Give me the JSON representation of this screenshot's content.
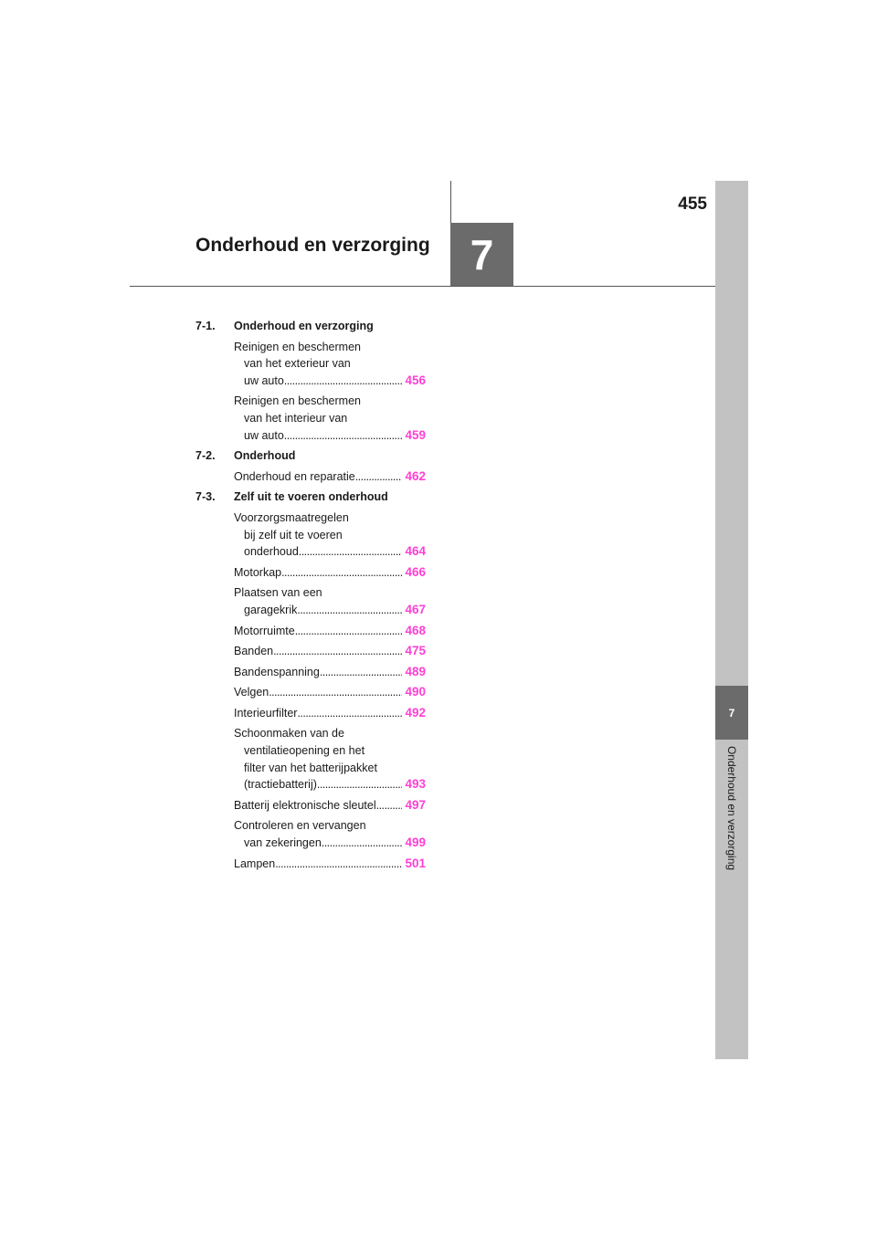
{
  "header": {
    "page_number": "455",
    "chapter_title": "Onderhoud en verzorging",
    "chapter_number": "7"
  },
  "side_tab": {
    "number": "7",
    "label": "Onderhoud en verzorging"
  },
  "toc": {
    "sections": [
      {
        "number": "7-1.",
        "title": "Onderhoud en verzorging",
        "entries": [
          {
            "lines": [
              "Reinigen en beschermen",
              "van het exterieur van",
              "uw auto"
            ],
            "page": "456"
          },
          {
            "lines": [
              "Reinigen en beschermen",
              "van het interieur van",
              "uw auto"
            ],
            "page": "459"
          }
        ]
      },
      {
        "number": "7-2.",
        "title": "Onderhoud",
        "entries": [
          {
            "lines": [
              "Onderhoud en reparatie"
            ],
            "page": "462"
          }
        ]
      },
      {
        "number": "7-3.",
        "title": "Zelf uit te voeren onderhoud",
        "entries": [
          {
            "lines": [
              "Voorzorgsmaatregelen",
              "bij zelf uit te voeren",
              "onderhoud"
            ],
            "page": "464"
          },
          {
            "lines": [
              "Motorkap"
            ],
            "page": "466"
          },
          {
            "lines": [
              "Plaatsen van een",
              "garagekrik"
            ],
            "page": "467"
          },
          {
            "lines": [
              "Motorruimte"
            ],
            "page": "468"
          },
          {
            "lines": [
              "Banden"
            ],
            "page": "475"
          },
          {
            "lines": [
              "Bandenspanning"
            ],
            "page": "489"
          },
          {
            "lines": [
              "Velgen"
            ],
            "page": "490"
          },
          {
            "lines": [
              "Interieurfilter"
            ],
            "page": "492"
          },
          {
            "lines": [
              "Schoonmaken van de",
              "ventilatieopening en het",
              "filter van het batterijpakket",
              "(tractiebatterij)"
            ],
            "page": "493"
          },
          {
            "lines": [
              "Batterij elektronische sleutel"
            ],
            "page": "497"
          },
          {
            "lines": [
              "Controleren en vervangen",
              "van zekeringen"
            ],
            "page": "499"
          },
          {
            "lines": [
              "Lampen"
            ],
            "page": "501"
          }
        ]
      }
    ]
  }
}
